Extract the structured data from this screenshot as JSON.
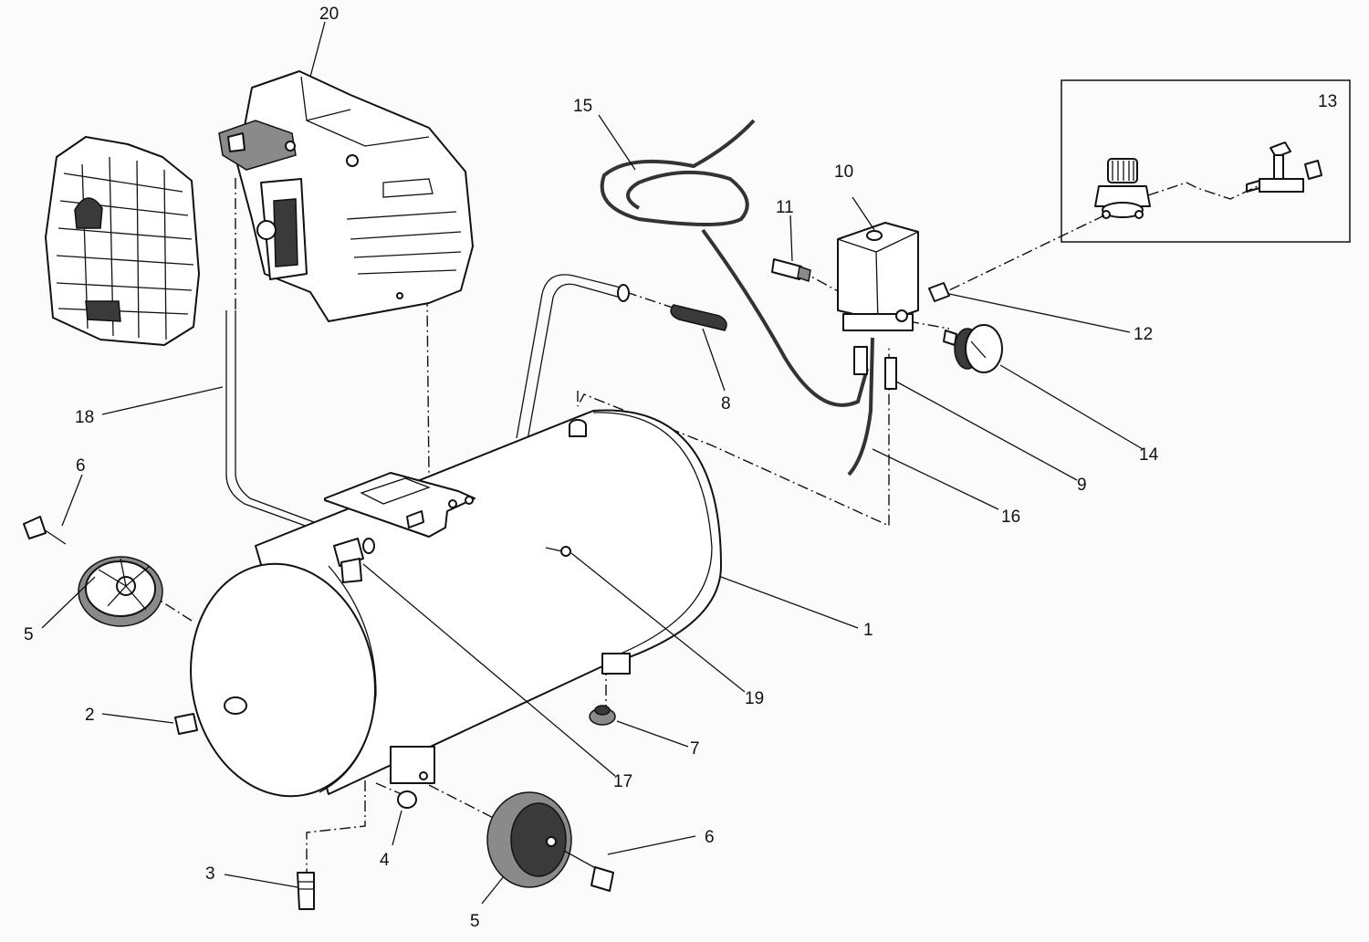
{
  "callouts": {
    "c1": "1",
    "c2": "2",
    "c3": "3",
    "c4": "4",
    "c5a": "5",
    "c5b": "5",
    "c6a": "6",
    "c6b": "6",
    "c7": "7",
    "c8": "8",
    "c9": "9",
    "c10": "10",
    "c11": "11",
    "c12": "12",
    "c13": "13",
    "c14": "14",
    "c15": "15",
    "c16": "16",
    "c17": "17",
    "c18": "18",
    "c19": "19",
    "c20": "20"
  }
}
